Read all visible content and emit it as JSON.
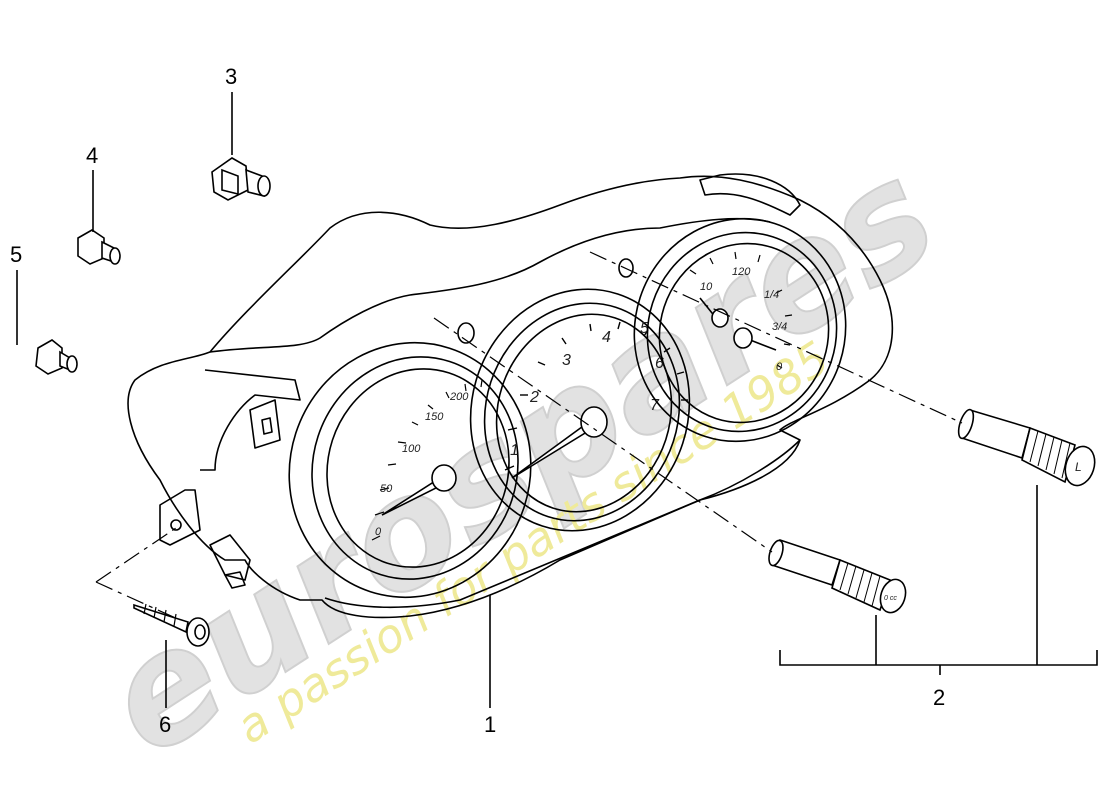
{
  "callouts": {
    "c1": "1",
    "c2": "2",
    "c3": "3",
    "c4": "4",
    "c5": "5",
    "c6": "6"
  },
  "gauges": {
    "speedometer": [
      "0",
      "50",
      "100",
      "150",
      "200"
    ],
    "tachometer": [
      "1",
      "2",
      "3",
      "4",
      "5",
      "6",
      "7"
    ],
    "fuel": [
      "1/4",
      "3/4",
      "0"
    ],
    "temperature": [
      "10",
      "120"
    ]
  },
  "knobs": {
    "front_knob_face": "0 cc",
    "rear_knob_face": "L"
  },
  "watermark": {
    "brand": "eurospares",
    "tagline": "a passion for parts since 1985"
  },
  "colors": {
    "line": "#000000",
    "watermark_gray": "#d8d8d8",
    "watermark_yellow": "#ece78a"
  }
}
